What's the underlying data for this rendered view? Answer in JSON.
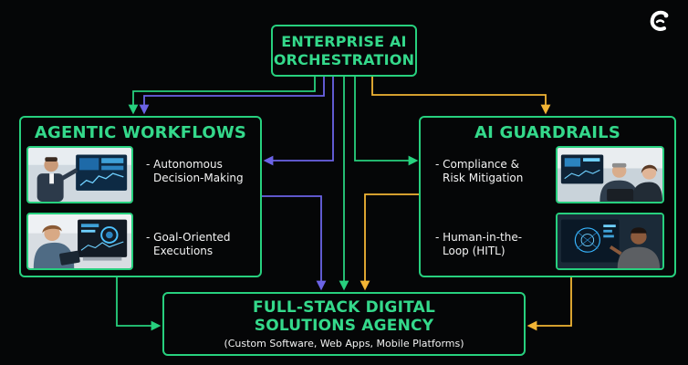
{
  "top_box": {
    "line1": "ENTERPRISE AI",
    "line2": "ORCHESTRATION"
  },
  "left_box": {
    "title": "AGENTIC WORKFLOWS",
    "items": [
      {
        "line1": "- Autonomous",
        "line2": "Decision-Making"
      },
      {
        "line1": "- Goal-Oriented",
        "line2": "Executions"
      }
    ]
  },
  "right_box": {
    "title": "AI GUARDRAILS",
    "items": [
      {
        "line1": "- Compliance &",
        "line2": "Risk Mitigation"
      },
      {
        "line1": "- Human-in-the-",
        "line2": "Loop (HITL)"
      }
    ]
  },
  "bottom_box": {
    "line1": "FULL-STACK DIGITAL",
    "line2": "SOLUTIONS AGENCY",
    "subtitle": "(Custom Software, Web Apps, Mobile Platforms)"
  },
  "colors": {
    "background": "#050607",
    "green": "#27d07e",
    "title_green": "#34d98b",
    "purple": "#6b63e6",
    "yellow": "#f2b535"
  },
  "icons": [
    "brand-logo-icon"
  ]
}
